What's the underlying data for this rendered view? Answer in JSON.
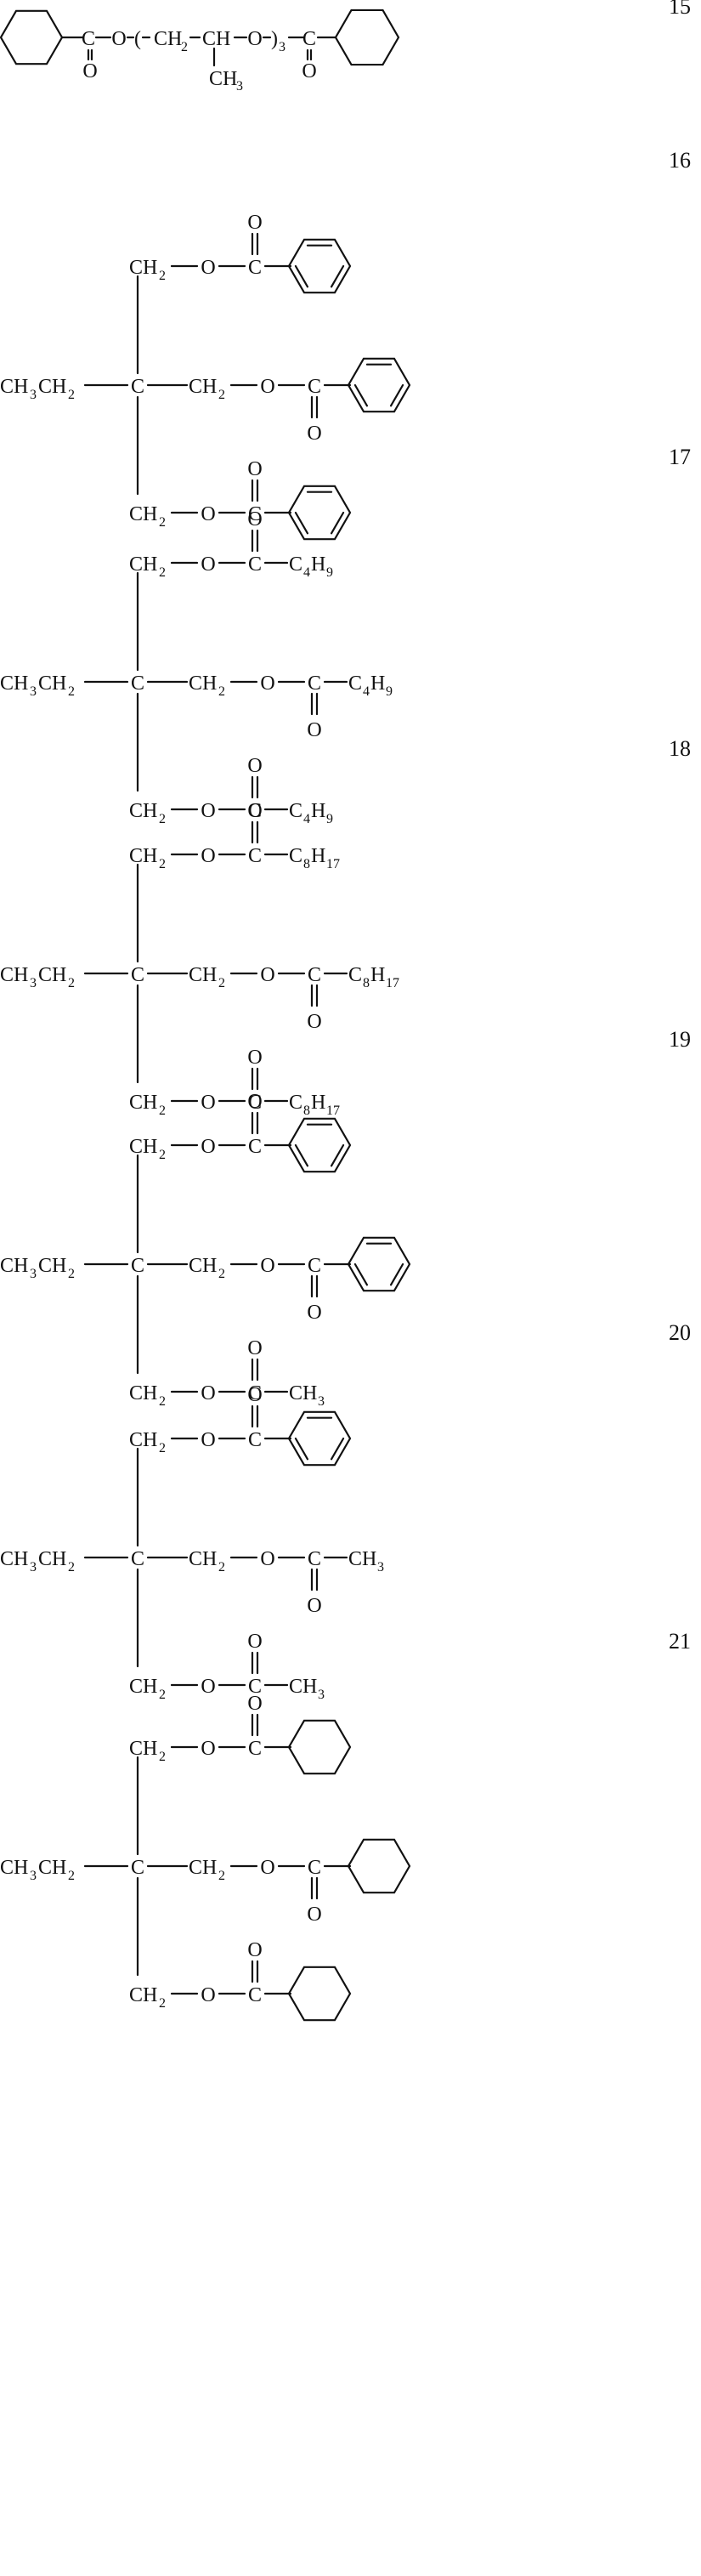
{
  "structures": [
    {
      "number": "15",
      "labels": {
        "c_a": "C",
        "o_a": "O",
        "o_eq_a": "O",
        "lp": "(",
        "ch2_ch": "CH",
        "ch2_sub": "2",
        "ch2_ch_2": "CH",
        "o_b": "O",
        "rp": ")",
        "n_sub": "3",
        "c_b": "C",
        "o_eq_b": "O",
        "ch3_ch": "CH",
        "ch3_sub": "3"
      }
    },
    {
      "number": "16",
      "core": {
        "ch3ch2_a": "CH",
        "ch3ch2_sub1": "3",
        "ch3ch2_b": "CH",
        "ch3ch2_sub2": "2",
        "c": "C",
        "ch2_top": "CH",
        "ch2_top_sub": "2",
        "ch2_mid": "CH",
        "ch2_mid_sub": "2",
        "ch2_bot": "CH",
        "ch2_bot_sub": "2"
      },
      "arms": [
        {
          "o": "O",
          "c": "C",
          "o_eq": "O",
          "r": "phenyl"
        },
        {
          "o": "O",
          "c": "C",
          "o_eq": "O",
          "r": "phenyl"
        },
        {
          "o": "O",
          "c": "C",
          "o_eq": "O",
          "r": "phenyl"
        }
      ]
    },
    {
      "number": "17",
      "core": {
        "ch3ch2_a": "CH",
        "ch3ch2_sub1": "3",
        "ch3ch2_b": "CH",
        "ch3ch2_sub2": "2",
        "c": "C",
        "ch2_top": "CH",
        "ch2_top_sub": "2",
        "ch2_mid": "CH",
        "ch2_mid_sub": "2",
        "ch2_bot": "CH",
        "ch2_bot_sub": "2"
      },
      "arms": [
        {
          "o": "O",
          "c": "C",
          "o_eq": "O",
          "r_main": "C",
          "r_sub1": "4",
          "r_h": "H",
          "r_sub2": "9"
        },
        {
          "o": "O",
          "c": "C",
          "o_eq": "O",
          "r_main": "C",
          "r_sub1": "4",
          "r_h": "H",
          "r_sub2": "9"
        },
        {
          "o": "O",
          "c": "C",
          "o_eq": "O",
          "r_main": "C",
          "r_sub1": "4",
          "r_h": "H",
          "r_sub2": "9"
        }
      ]
    },
    {
      "number": "18",
      "core": {
        "ch3ch2_a": "CH",
        "ch3ch2_sub1": "3",
        "ch3ch2_b": "CH",
        "ch3ch2_sub2": "2",
        "c": "C",
        "ch2_top": "CH",
        "ch2_top_sub": "2",
        "ch2_mid": "CH",
        "ch2_mid_sub": "2",
        "ch2_bot": "CH",
        "ch2_bot_sub": "2"
      },
      "arms": [
        {
          "o": "O",
          "c": "C",
          "o_eq": "O",
          "r_main": "C",
          "r_sub1": "8",
          "r_h": "H",
          "r_sub2": "17"
        },
        {
          "o": "O",
          "c": "C",
          "o_eq": "O",
          "r_main": "C",
          "r_sub1": "8",
          "r_h": "H",
          "r_sub2": "17"
        },
        {
          "o": "O",
          "c": "C",
          "o_eq": "O",
          "r_main": "C",
          "r_sub1": "8",
          "r_h": "H",
          "r_sub2": "17"
        }
      ]
    },
    {
      "number": "19",
      "core": {
        "ch3ch2_a": "CH",
        "ch3ch2_sub1": "3",
        "ch3ch2_b": "CH",
        "ch3ch2_sub2": "2",
        "c": "C",
        "ch2_top": "CH",
        "ch2_top_sub": "2",
        "ch2_mid": "CH",
        "ch2_mid_sub": "2",
        "ch2_bot": "CH",
        "ch2_bot_sub": "2"
      },
      "arms": [
        {
          "o": "O",
          "c": "C",
          "o_eq": "O",
          "r": "phenyl"
        },
        {
          "o": "O",
          "c": "C",
          "o_eq": "O",
          "r": "phenyl"
        },
        {
          "o": "O",
          "c": "C",
          "o_eq": "O",
          "r_main": "CH",
          "r_sub1": "3"
        }
      ]
    },
    {
      "number": "20",
      "core": {
        "ch3ch2_a": "CH",
        "ch3ch2_sub1": "3",
        "ch3ch2_b": "CH",
        "ch3ch2_sub2": "2",
        "c": "C",
        "ch2_top": "CH",
        "ch2_top_sub": "2",
        "ch2_mid": "CH",
        "ch2_mid_sub": "2",
        "ch2_bot": "CH",
        "ch2_bot_sub": "2"
      },
      "arms": [
        {
          "o": "O",
          "c": "C",
          "o_eq": "O",
          "r": "phenyl"
        },
        {
          "o": "O",
          "c": "C",
          "o_eq": "O",
          "r_main": "CH",
          "r_sub1": "3"
        },
        {
          "o": "O",
          "c": "C",
          "o_eq": "O",
          "r_main": "CH",
          "r_sub1": "3"
        }
      ]
    },
    {
      "number": "21",
      "core": {
        "ch3ch2_a": "CH",
        "ch3ch2_sub1": "3",
        "ch3ch2_b": "CH",
        "ch3ch2_sub2": "2",
        "c": "C",
        "ch2_top": "CH",
        "ch2_top_sub": "2",
        "ch2_mid": "CH",
        "ch2_mid_sub": "2",
        "ch2_bot": "CH",
        "ch2_bot_sub": "2"
      },
      "arms": [
        {
          "o": "O",
          "c": "C",
          "o_eq": "O",
          "r": "cyclohexyl"
        },
        {
          "o": "O",
          "c": "C",
          "o_eq": "O",
          "r": "cyclohexyl"
        },
        {
          "o": "O",
          "c": "C",
          "o_eq": "O",
          "r": "cyclohexyl"
        }
      ]
    }
  ]
}
